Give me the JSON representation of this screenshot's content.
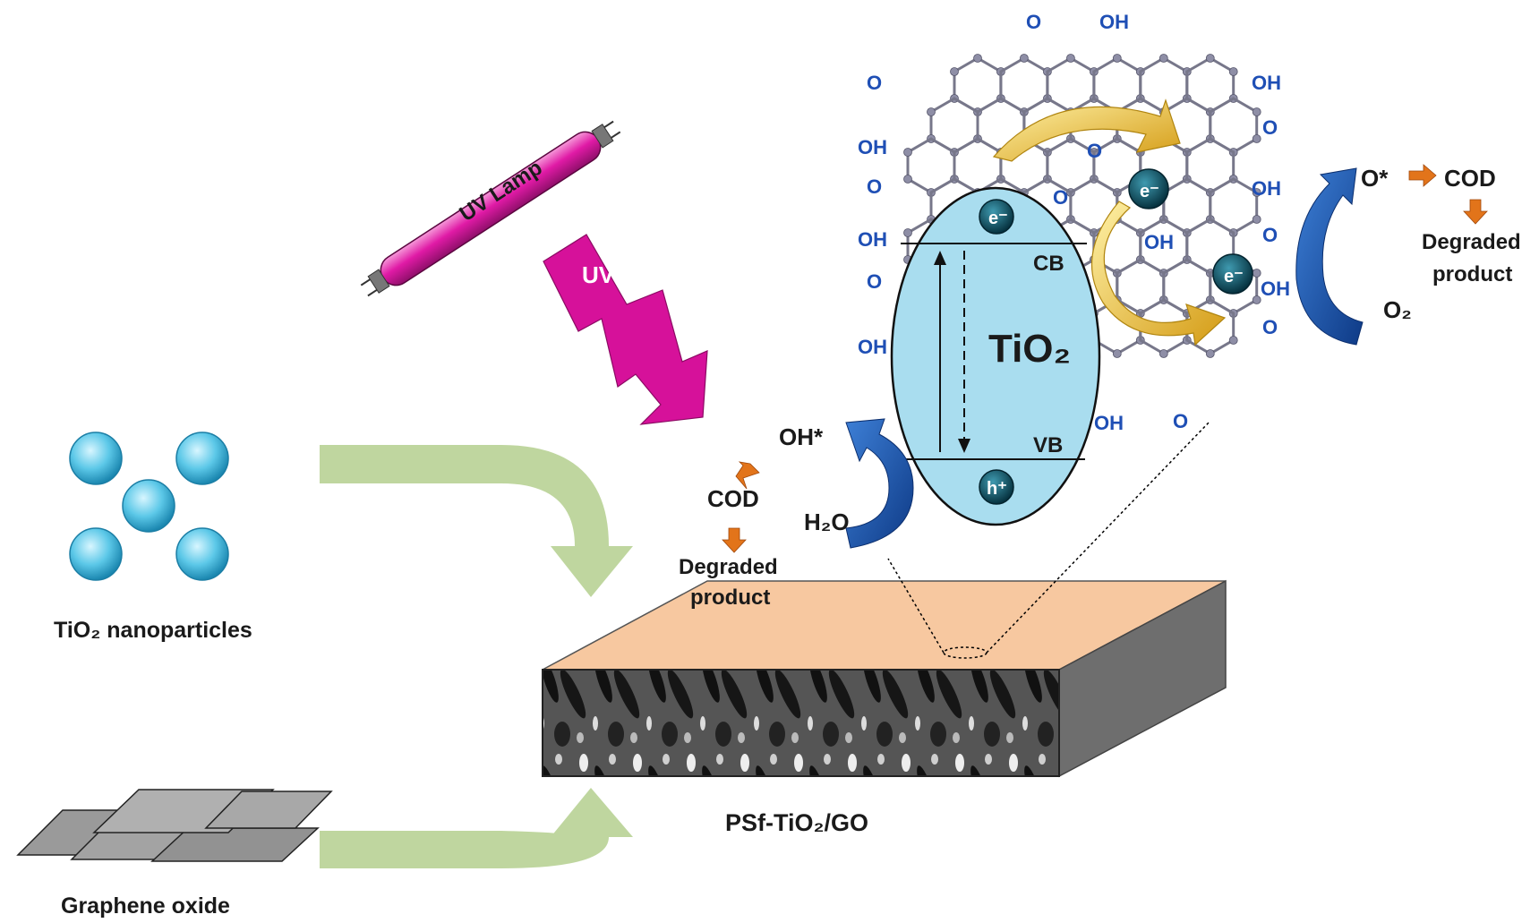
{
  "labels": {
    "uv_lamp": "UV Lamp",
    "uv": "UV",
    "tio2_nanoparticles": "TiO₂ nanoparticles",
    "graphene_oxide": "Graphene oxide",
    "membrane": "PSf-TiO₂/GO",
    "tio2": "TiO₂",
    "cb": "CB",
    "vb": "VB",
    "electron": "e⁻",
    "hole": "h⁺",
    "oh_radical": "OH*",
    "h2o": "H₂O",
    "cod_left": "COD",
    "degraded_left_1": "Degraded",
    "degraded_left_2": "product",
    "o_radical": "O*",
    "o2": "O₂",
    "cod_right": "COD",
    "degraded_right_1": "Degraded",
    "degraded_right_2": "product"
  },
  "functional_groups": {
    "o": "O",
    "oh": "OH"
  },
  "colors": {
    "uv_magenta": "#d6119a",
    "nanoparticle_cyan": "#55c6e6",
    "green_arrow": "#bcd49a",
    "tio2_fill": "#a9ddef",
    "membrane_top": "#f7c8a0",
    "blue_arrow": "#1a52a8",
    "gold_arrow": "#e8b820",
    "orange_arrow": "#e2741a",
    "group_text": "#1f4fb5",
    "electron_dark": "#0b4a5c"
  }
}
